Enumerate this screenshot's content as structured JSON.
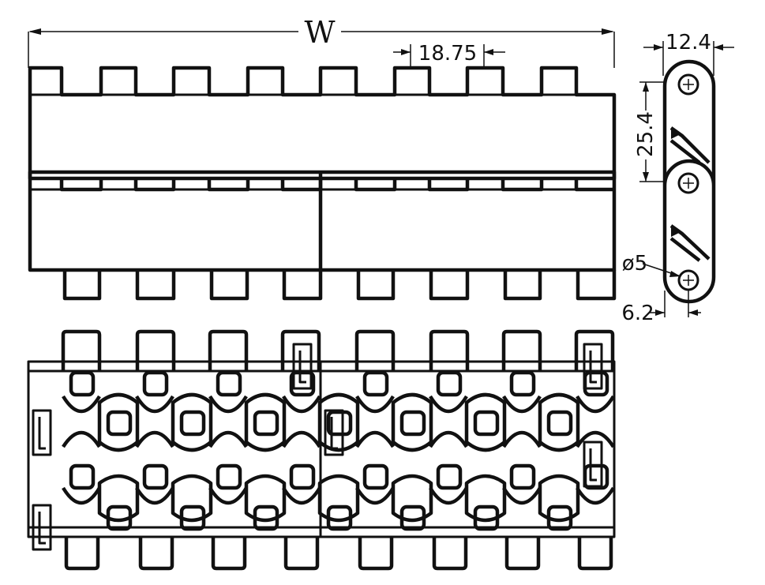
{
  "dimensions": {
    "width_label": "W",
    "pitch_label": "18.75",
    "thickness_label": "12.4",
    "link_pitch_label": "25.4",
    "pin_diameter_label": "ø5",
    "pin_offset_label": "6.2"
  },
  "colors": {
    "line": "#111111",
    "background": "#ffffff"
  }
}
